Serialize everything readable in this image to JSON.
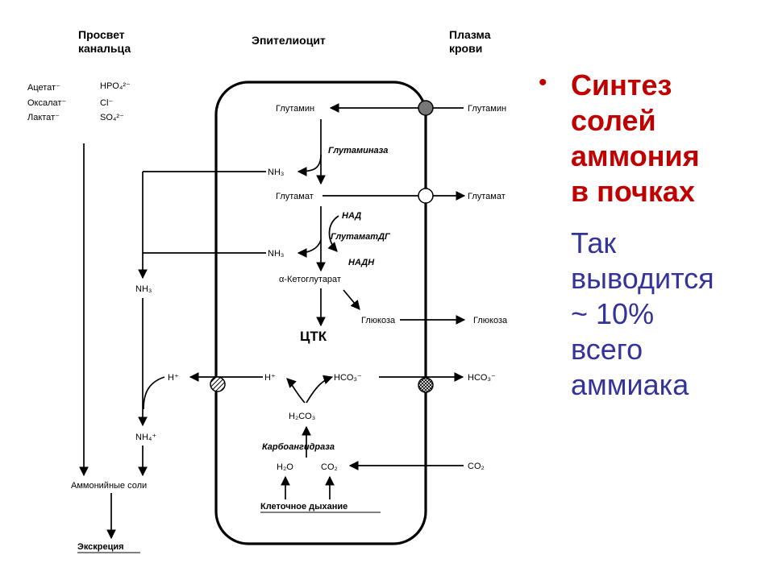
{
  "headers": {
    "lumen": "Просвет канальца",
    "lumen_l1": "Просвет",
    "lumen_l2": "канальца",
    "cell": "Эпителиоцит",
    "plasma": "Плазма крови",
    "plasma_l1": "Плазма",
    "plasma_l2": "крови"
  },
  "lumen_ions": {
    "left": [
      "Ацетат⁻",
      "Оксалат⁻",
      "Лактат⁻"
    ],
    "right": [
      "HPO₄²⁻",
      "Cl⁻",
      "SO₄²⁻"
    ]
  },
  "cell": {
    "glutamine": "Глутамин",
    "glutaminase": "Глутаминаза",
    "nh3": "NH₃",
    "glutamate": "Глутамат",
    "nad": "НАД",
    "glutamate_dh": "ГлутаматДГ",
    "nadh": "НАДН",
    "akg": "α-Кетоглутарат",
    "glucose": "Глюкоза",
    "tca": "ЦТК",
    "h_plus": "H⁺",
    "hco3": "HCO₃⁻",
    "h2co3": "H₂CO₃",
    "carbonic_anhydrase": "Карбоангидраза",
    "h2o": "H₂O",
    "co2": "CO₂",
    "cell_respiration": "Клеточное дыхание"
  },
  "plasma_side": {
    "glutamine": "Глутамин",
    "glutamate": "Глутамат",
    "glucose": "Глюкоза",
    "hco3": "HCO₃⁻",
    "co2": "CO₂"
  },
  "lumen_flow": {
    "nh3": "NH₃",
    "h_plus": "H⁺",
    "nh4": "NH₄⁺",
    "ammonium_salts": "Аммонийные соли",
    "excretion": "Экскреция"
  },
  "side": {
    "title": "Синтез\nсолей\nаммония\nв почках",
    "note": "Так\nвыводится\n~ 10%\nвсего\nаммиака"
  },
  "colors": {
    "title": "#c00000",
    "note": "#333399",
    "transporter_filled": "#777777"
  },
  "icons": {
    "bullet": "•"
  }
}
